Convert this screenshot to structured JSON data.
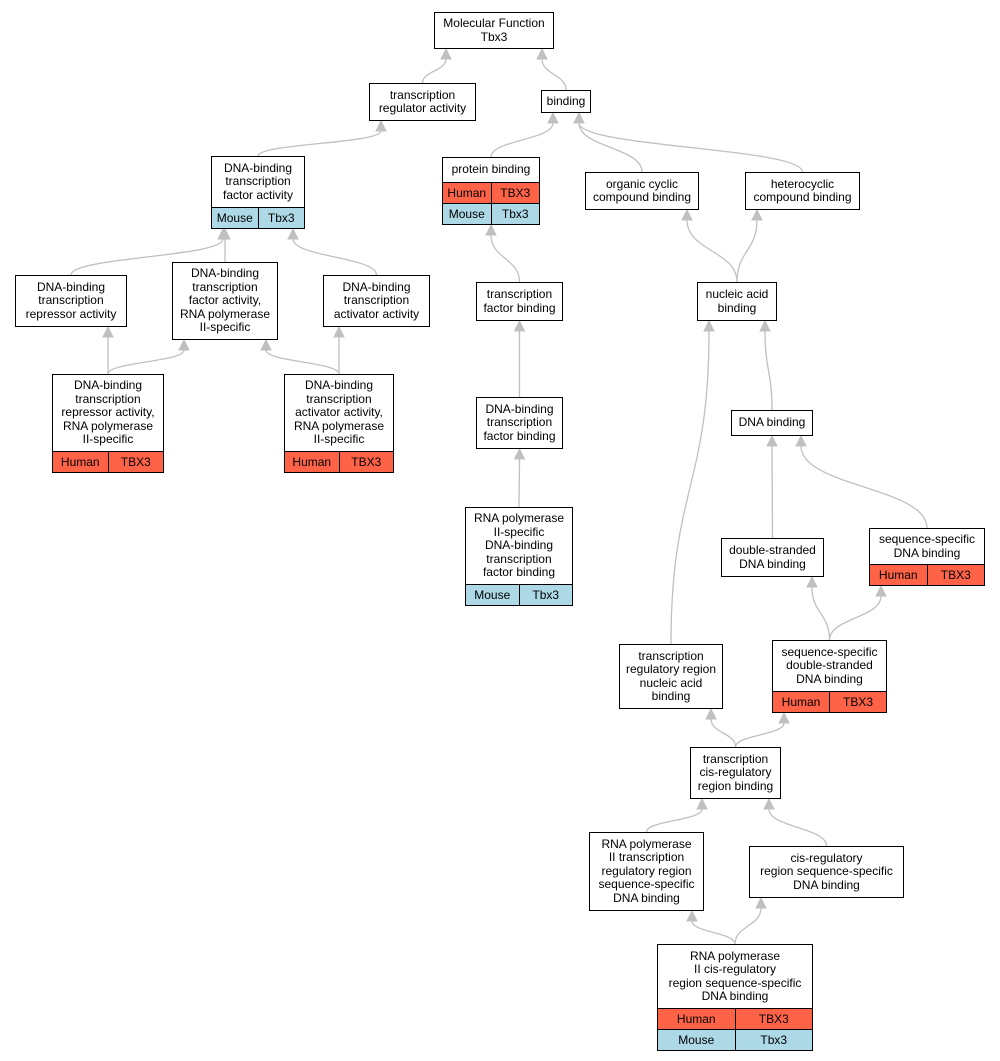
{
  "colors": {
    "human": "#ff6347",
    "mouse": "#add8e6",
    "edge": "#c0c0c0"
  },
  "annotations": {
    "human": {
      "organism": "Human",
      "gene": "TBX3"
    },
    "mouse": {
      "organism": "Mouse",
      "gene": "Tbx3"
    }
  },
  "nodes": {
    "molecular_function": {
      "label": "Molecular Function\nTbx3",
      "annotations": []
    },
    "transcription_regulator_activity": {
      "label": "transcription\nregulator activity",
      "annotations": []
    },
    "binding": {
      "label": "binding",
      "annotations": []
    },
    "dna_binding_tf_activity": {
      "label": "DNA-binding\ntranscription\nfactor activity",
      "annotations": [
        "mouse"
      ]
    },
    "protein_binding": {
      "label": "protein binding",
      "annotations": [
        "human",
        "mouse"
      ]
    },
    "organic_cyclic_compound_binding": {
      "label": "organic cyclic\ncompound binding",
      "annotations": []
    },
    "heterocyclic_compound_binding": {
      "label": "heterocyclic\ncompound binding",
      "annotations": []
    },
    "dna_binding_tf_repressor_activity": {
      "label": "DNA-binding\ntranscription\nrepressor activity",
      "annotations": []
    },
    "dna_binding_tf_activity_rnap2": {
      "label": "DNA-binding\ntranscription\nfactor activity,\nRNA polymerase\nII-specific",
      "annotations": []
    },
    "dna_binding_tf_activator_activity": {
      "label": "DNA-binding\ntranscription\nactivator activity",
      "annotations": []
    },
    "transcription_factor_binding": {
      "label": "transcription\nfactor binding",
      "annotations": []
    },
    "nucleic_acid_binding": {
      "label": "nucleic acid\nbinding",
      "annotations": []
    },
    "repressor_activity_rnap2": {
      "label": "DNA-binding\ntranscription\nrepressor activity,\nRNA polymerase\nII-specific",
      "annotations": [
        "human"
      ]
    },
    "activator_activity_rnap2": {
      "label": "DNA-binding\ntranscription\nactivator activity,\nRNA polymerase\nII-specific",
      "annotations": [
        "human"
      ]
    },
    "dna_binding_tf_binding": {
      "label": "DNA-binding\ntranscription\nfactor binding",
      "annotations": []
    },
    "dna_binding": {
      "label": "DNA binding",
      "annotations": []
    },
    "rnap2_dna_binding_tf_binding": {
      "label": "RNA polymerase\nII-specific\nDNA-binding\ntranscription\nfactor binding",
      "annotations": [
        "mouse"
      ]
    },
    "sequence_specific_dna_binding": {
      "label": "sequence-specific\nDNA binding",
      "annotations": [
        "human"
      ]
    },
    "double_stranded_dna_binding": {
      "label": "double-stranded\nDNA binding",
      "annotations": []
    },
    "transcription_regulatory_region_nucleic_acid_binding": {
      "label": "transcription\nregulatory region\nnucleic acid\nbinding",
      "annotations": []
    },
    "sequence_specific_ds_dna_binding": {
      "label": "sequence-specific\ndouble-stranded\nDNA binding",
      "annotations": [
        "human"
      ]
    },
    "transcription_cis_regulatory_region_binding": {
      "label": "transcription\ncis-regulatory\nregion binding",
      "annotations": []
    },
    "rnap2_transcription_regulatory_region_ssdb": {
      "label": "RNA polymerase\nII transcription\nregulatory region\nsequence-specific\nDNA binding",
      "annotations": []
    },
    "cis_regulatory_region_ssdb": {
      "label": "cis-regulatory\nregion sequence-specific\nDNA binding",
      "annotations": []
    },
    "rnap2_cis_regulatory_region_ssdb": {
      "label": "RNA polymerase\nII cis-regulatory\nregion sequence-specific\nDNA binding",
      "annotations": [
        "human",
        "mouse"
      ]
    }
  },
  "edges": [
    [
      "transcription_regulator_activity",
      "molecular_function"
    ],
    [
      "binding",
      "molecular_function"
    ],
    [
      "dna_binding_tf_activity",
      "transcription_regulator_activity"
    ],
    [
      "protein_binding",
      "binding"
    ],
    [
      "organic_cyclic_compound_binding",
      "binding"
    ],
    [
      "heterocyclic_compound_binding",
      "binding"
    ],
    [
      "dna_binding_tf_repressor_activity",
      "dna_binding_tf_activity"
    ],
    [
      "dna_binding_tf_activity_rnap2",
      "dna_binding_tf_activity"
    ],
    [
      "dna_binding_tf_activator_activity",
      "dna_binding_tf_activity"
    ],
    [
      "transcription_factor_binding",
      "protein_binding"
    ],
    [
      "nucleic_acid_binding",
      "organic_cyclic_compound_binding"
    ],
    [
      "nucleic_acid_binding",
      "heterocyclic_compound_binding"
    ],
    [
      "repressor_activity_rnap2",
      "dna_binding_tf_repressor_activity"
    ],
    [
      "repressor_activity_rnap2",
      "dna_binding_tf_activity_rnap2"
    ],
    [
      "activator_activity_rnap2",
      "dna_binding_tf_activity_rnap2"
    ],
    [
      "activator_activity_rnap2",
      "dna_binding_tf_activator_activity"
    ],
    [
      "dna_binding_tf_binding",
      "transcription_factor_binding"
    ],
    [
      "rnap2_dna_binding_tf_binding",
      "dna_binding_tf_binding"
    ],
    [
      "dna_binding",
      "nucleic_acid_binding"
    ],
    [
      "transcription_regulatory_region_nucleic_acid_binding",
      "nucleic_acid_binding"
    ],
    [
      "sequence_specific_dna_binding",
      "dna_binding"
    ],
    [
      "double_stranded_dna_binding",
      "dna_binding"
    ],
    [
      "sequence_specific_ds_dna_binding",
      "double_stranded_dna_binding"
    ],
    [
      "sequence_specific_ds_dna_binding",
      "sequence_specific_dna_binding"
    ],
    [
      "transcription_cis_regulatory_region_binding",
      "transcription_regulatory_region_nucleic_acid_binding"
    ],
    [
      "transcription_cis_regulatory_region_binding",
      "sequence_specific_ds_dna_binding"
    ],
    [
      "rnap2_transcription_regulatory_region_ssdb",
      "transcription_cis_regulatory_region_binding"
    ],
    [
      "cis_regulatory_region_ssdb",
      "transcription_cis_regulatory_region_binding"
    ],
    [
      "rnap2_cis_regulatory_region_ssdb",
      "rnap2_transcription_regulatory_region_ssdb"
    ],
    [
      "rnap2_cis_regulatory_region_ssdb",
      "cis_regulatory_region_ssdb"
    ]
  ]
}
